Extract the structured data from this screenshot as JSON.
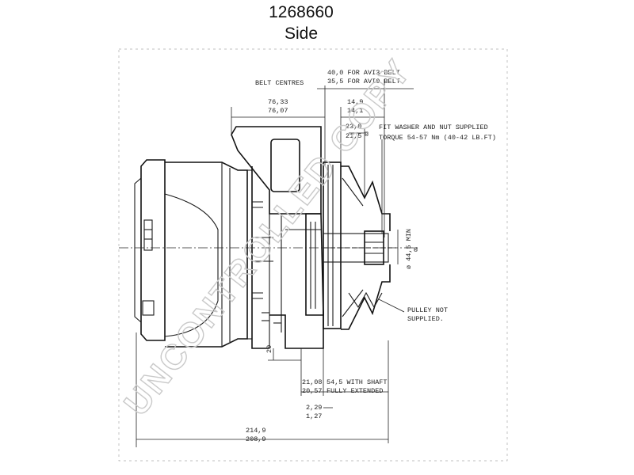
{
  "title": {
    "part_number": "1268660",
    "view": "Side"
  },
  "dimensions": {
    "belt_centres": "BELT CENTRES",
    "avi3_belt": "40,0 FOR AVI3 BELT",
    "avi0_belt": "35,5 FOR AVI0 BELT",
    "d_76_33": "76,33",
    "d_76_07": "76,07",
    "d_14_9": "14,9",
    "d_14_1": "14,1",
    "d_23_0": "23,0",
    "d_21_5": "21,5",
    "circle_mark": "®",
    "fit_washer": "FIT WASHER AND NUT SUPPLIED",
    "torque": "TORQUE 54-57 Nm (40-42 LB.FT)",
    "shaft_dia": "ø 44,5 MIN",
    "pulley_note_1": "PULLEY NOT",
    "pulley_note_2": "SUPPLIED.",
    "d_20": "20",
    "d_21_08": "21,08",
    "d_20_57": "20,57",
    "shaft_note_1": "54,5 WITH SHAFT",
    "shaft_note_2": "FULLY EXTENDED",
    "d_2_29": "2,29",
    "d_1_27": "1,27",
    "d_214_9": "214,9",
    "d_208_9": "208,9"
  },
  "watermark": "UNCONTROLLED COPY"
}
